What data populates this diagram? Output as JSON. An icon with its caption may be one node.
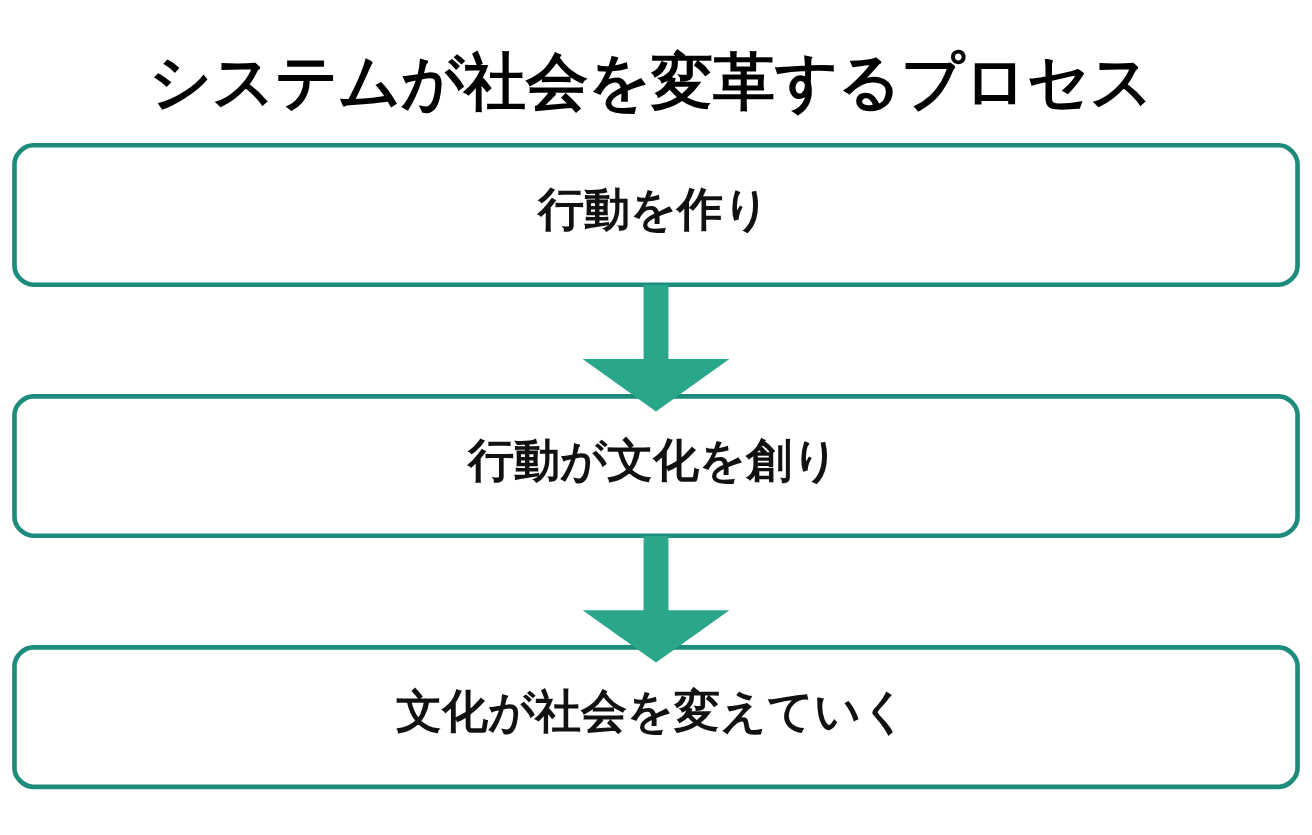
{
  "diagram": {
    "title": "システムが社会を変革するプロセス",
    "nodes": [
      {
        "text": [
          "行動を作り"
        ]
      },
      {
        "text": [
          "行動が文化を創り"
        ]
      },
      {
        "text": [
          "文化が社会を変えていく"
        ]
      }
    ],
    "edges": [
      {
        "from": 0,
        "to": 1,
        "arrow": "to"
      },
      {
        "from": 1,
        "to": 2,
        "arrow": "to"
      }
    ]
  }
}
